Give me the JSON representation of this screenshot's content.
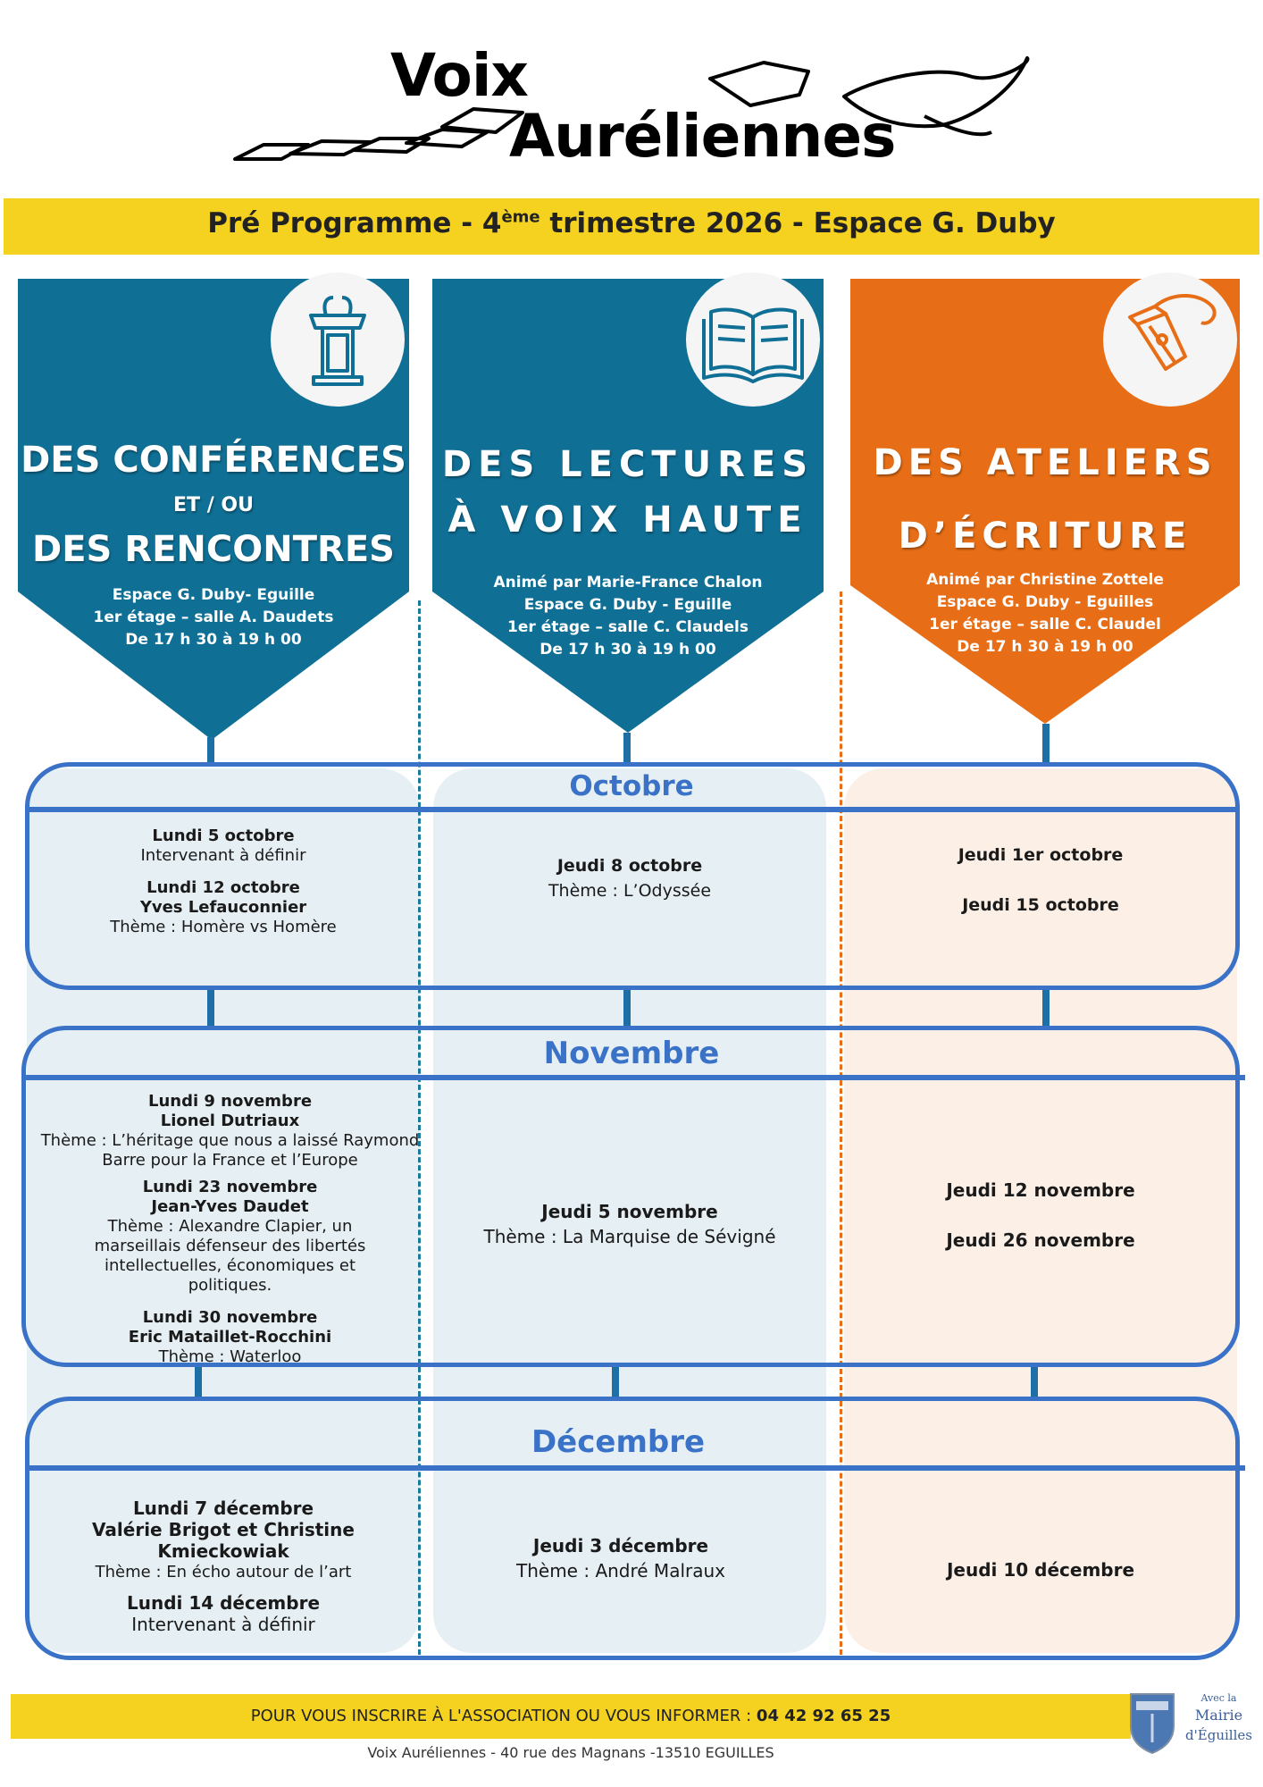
{
  "logo": {
    "line1": "Voix",
    "line2": "Auréliennes"
  },
  "title_bar": {
    "part1": "Pré Programme  - 4",
    "sup": "ème",
    "part2": " trimestre 2026 - Espace G. Duby"
  },
  "colors": {
    "teal": "#0f6f95",
    "teal_dark": "#0c5f80",
    "orange": "#e76e16",
    "yellow": "#f4d21f",
    "month_blue": "#3a72c8",
    "light_blue_bg": "#e6eff3",
    "light_orange_bg": "#fbefe6"
  },
  "columns": [
    {
      "icon": "lectern-icon",
      "title_line1": "DES CONFÉRENCES",
      "title_mid": "ET / OU",
      "title_line2": "DES RENCONTRES",
      "info": [
        "Espace G. Duby- Eguille",
        "1er étage – salle A. Daudets",
        "De 17 h 30 à 19 h 00"
      ]
    },
    {
      "icon": "book-icon",
      "title_line1": "DES LECTURES",
      "title_line2": "À VOIX HAUTE",
      "info": [
        "Animé par Marie-France Chalon",
        "Espace G. Duby - Eguille",
        "1er étage – salle C. Claudels",
        "De 17 h 30 à 19 h 00"
      ]
    },
    {
      "icon": "pen-nib-icon",
      "title_line1": "DES ATELIERS",
      "title_line2": "D’ÉCRITURE",
      "info": [
        "Animé par Christine Zottele",
        "Espace G. Duby - Eguilles",
        "1er étage – salle C. Claudel",
        "De 17 h 30 à 19 h 00"
      ]
    }
  ],
  "months": [
    {
      "name": "Octobre",
      "conferences": [
        {
          "date": "Lundi 5 octobre",
          "speaker": "",
          "theme": "Intervenant à définir"
        },
        {
          "date": "Lundi 12 octobre",
          "speaker": "Yves Lefauconnier",
          "theme": "Thème : Homère vs Homère"
        }
      ],
      "lectures": {
        "date": "Jeudi  8 octobre",
        "theme": "Thème : L’Odyssée"
      },
      "ateliers": [
        "Jeudi  1er octobre",
        "Jeudi 15 octobre"
      ]
    },
    {
      "name": "Novembre",
      "conferences": [
        {
          "date": "Lundi 9 novembre",
          "speaker": "Lionel Dutriaux",
          "theme": "Thème : L’héritage que nous a laissé Raymond Barre pour la France et l’Europe"
        },
        {
          "date": "Lundi 23 novembre",
          "speaker": "Jean-Yves Daudet",
          "theme": "Thème : Alexandre Clapier, un marseillais défenseur des libertés intellectuelles, économiques et politiques."
        },
        {
          "date": "Lundi 30 novembre",
          "speaker": "Eric Mataillet-Rocchini",
          "theme": "Thème : Waterloo"
        }
      ],
      "lectures": {
        "date": "Jeudi 5 novembre",
        "theme": "Thème : La Marquise de Sévigné"
      },
      "ateliers": [
        "Jeudi  12 novembre",
        "Jeudi 26 novembre"
      ]
    },
    {
      "name": "Décembre",
      "conferences": [
        {
          "date": "Lundi 7 décembre",
          "speaker": "Valérie Brigot et Christine Kmieckowiak",
          "theme": "Thème : En écho autour de l’art"
        },
        {
          "date": "Lundi 14 décembre",
          "speaker": "",
          "theme": "Intervenant à définir"
        }
      ],
      "lectures": {
        "date": "Jeudi 3 décembre",
        "theme": "Thème : André Malraux"
      },
      "ateliers": [
        "Jeudi  10 décembre"
      ]
    }
  ],
  "footer": {
    "cta": "POUR VOUS  INSCRIRE À L'ASSOCIATION OU VOUS INFORMER : ",
    "phone": "04 42 92 65 25",
    "address": "Voix Auréliennes - 40 rue des Magnans -13510 EGUILLES",
    "mairie_line1": "Avec la",
    "mairie_line2": "Mairie",
    "mairie_line3": "d'Éguilles"
  }
}
